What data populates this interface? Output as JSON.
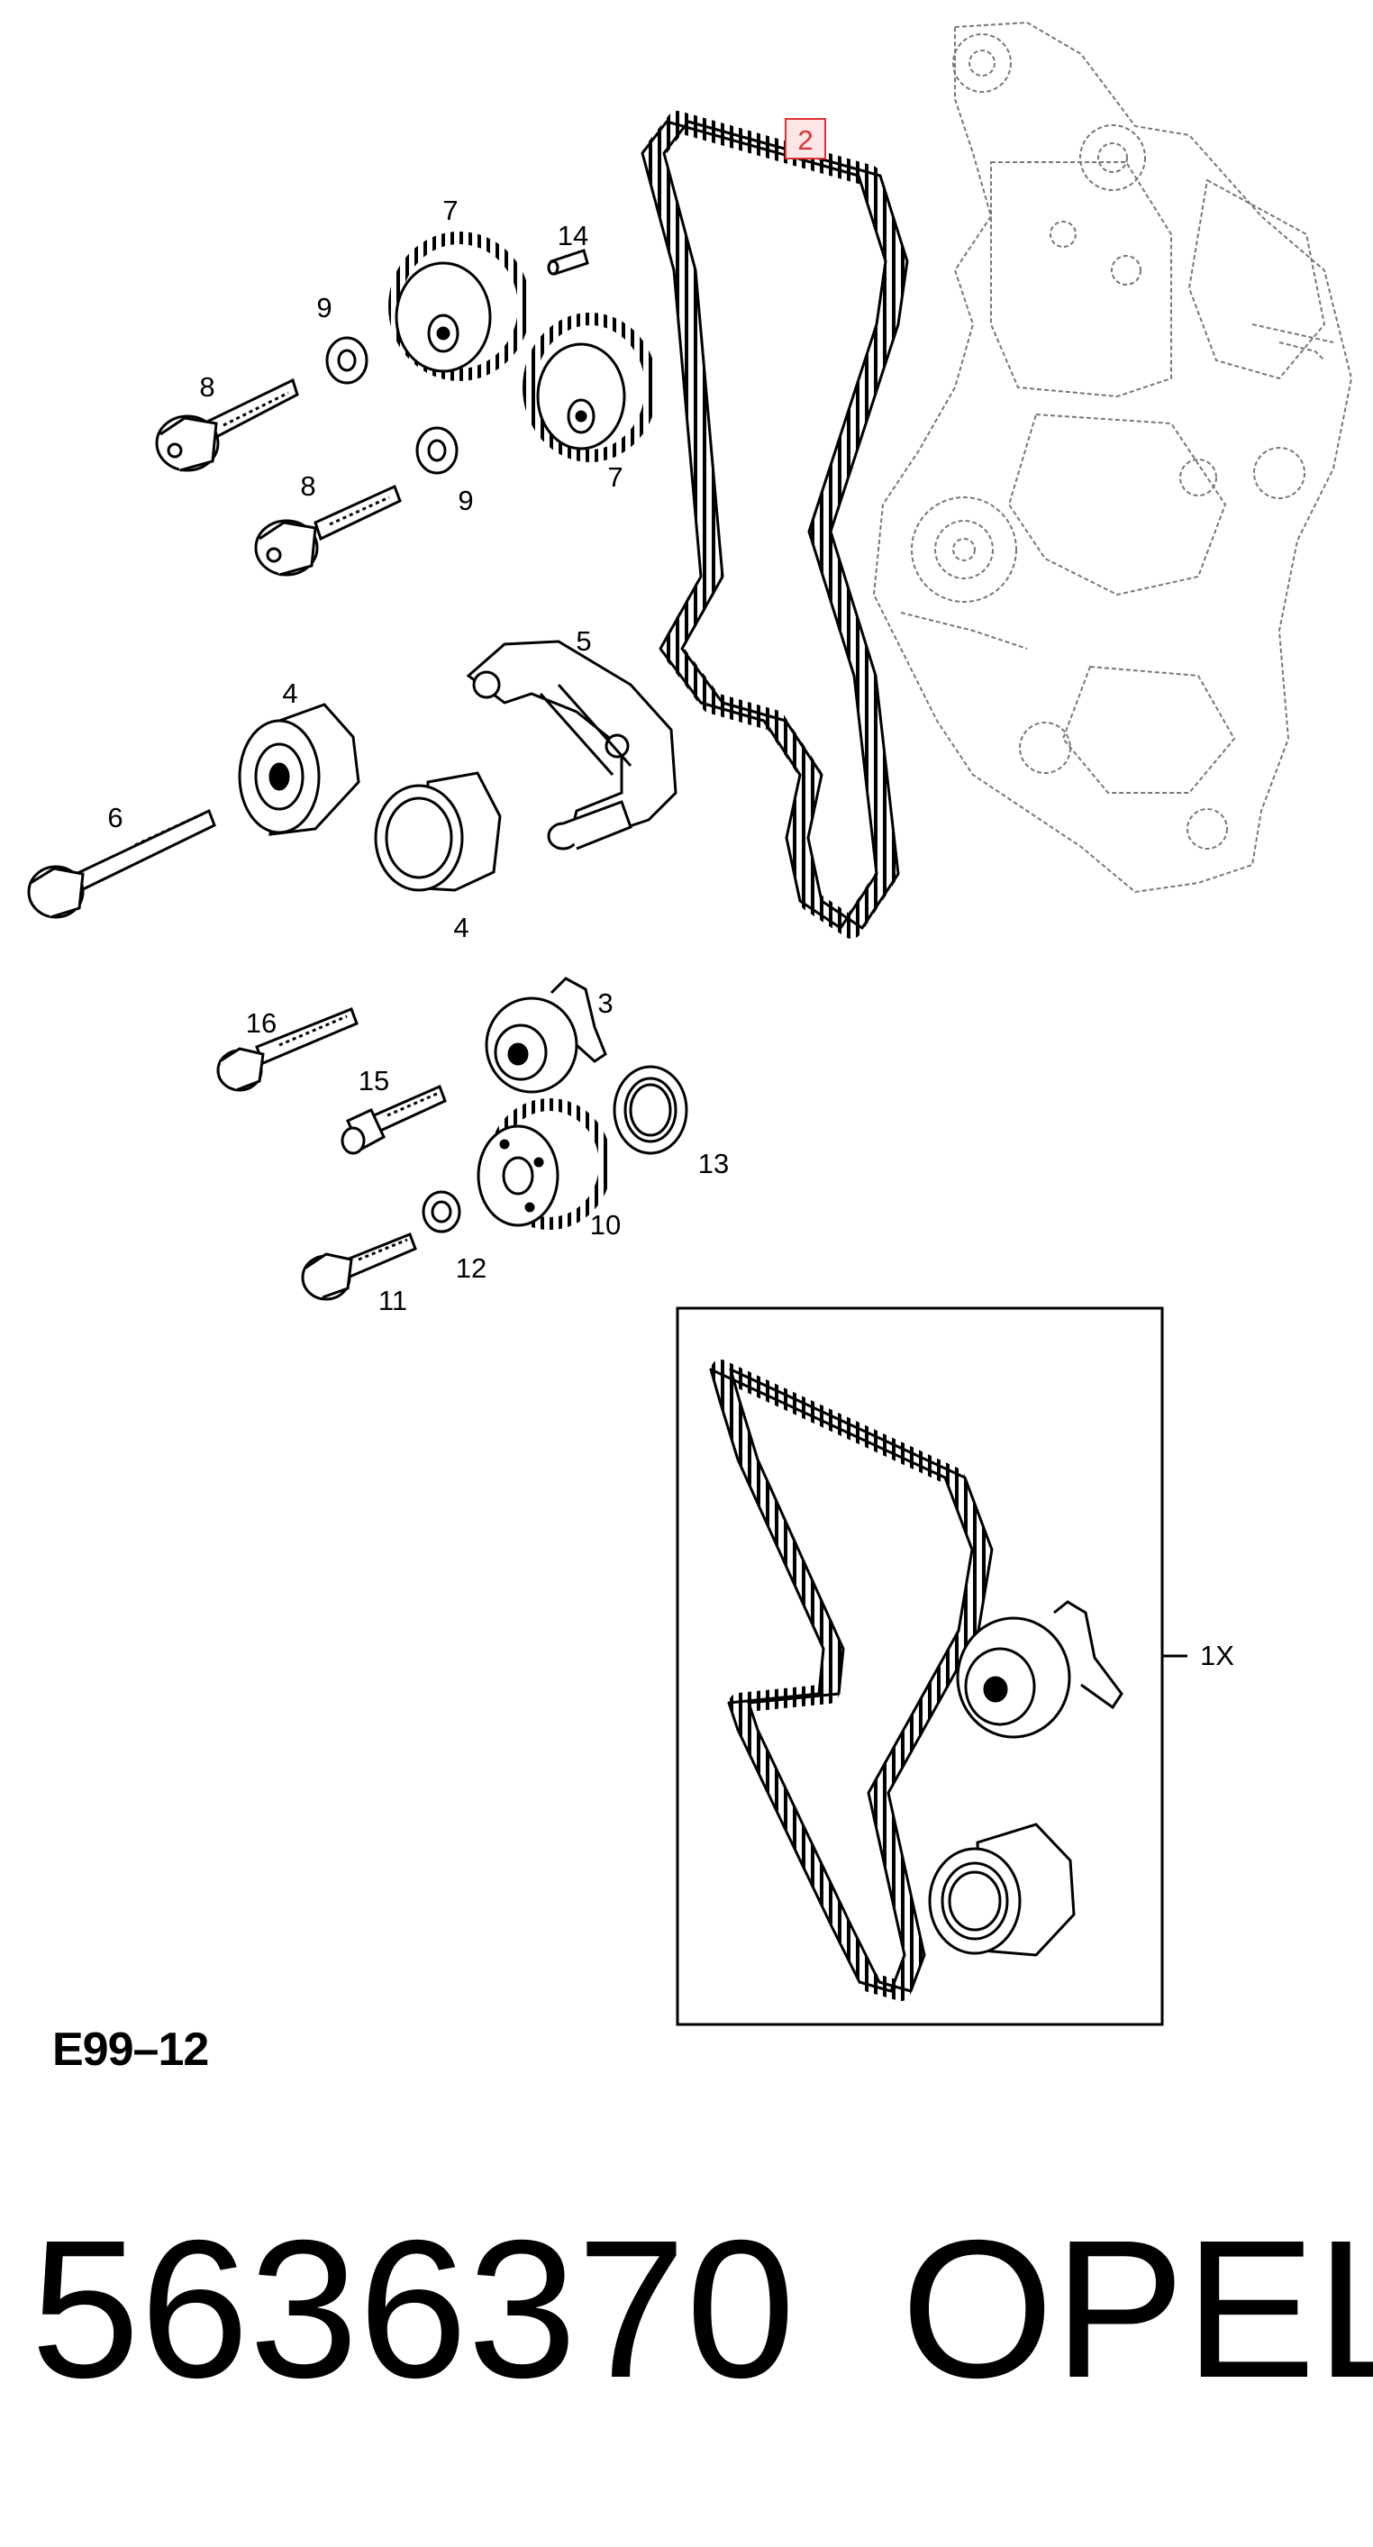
{
  "diagram": {
    "callouts": {
      "belt": "2",
      "tensioner": "3",
      "idler_upper": "4",
      "idler_lower": "4",
      "bracket": "5",
      "long_bolt": "6",
      "cam_pulley_left": "7",
      "cam_pulley_right": "7",
      "bolt_upper": "8",
      "bolt_lower": "8",
      "washer_upper": "9",
      "washer_lower": "9",
      "crank_pulley": "10",
      "crank_bolt": "11",
      "crank_washer": "12",
      "oil_seal": "13",
      "dowel_pin": "14",
      "stud_bolt": "15",
      "flange_bolt": "16"
    },
    "kit_label": "1X",
    "highlight_color": "#e03030"
  },
  "footer": {
    "code": "E99–12",
    "part_number": "5636370",
    "brand": "OPEL"
  }
}
